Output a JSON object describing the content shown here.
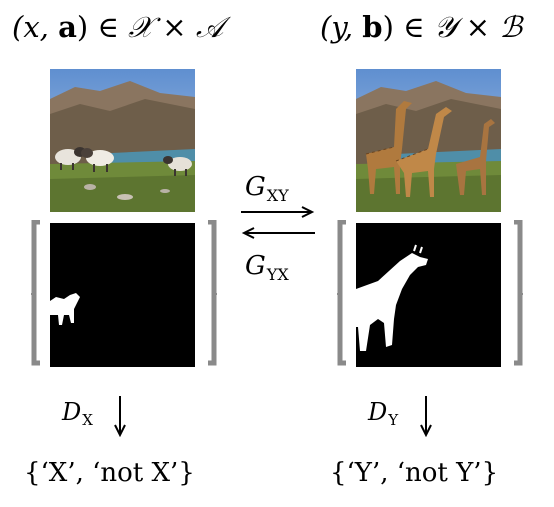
{
  "left": {
    "heading": {
      "vars": "(x, ",
      "bold": "a",
      "close": ")",
      "rel": " ∈ ",
      "set1": "𝒳",
      "times": " × ",
      "set2": "𝒜"
    },
    "photo_icon": "sheep-photo",
    "mask_icon": "sheep-mask",
    "discriminator": {
      "letter": "D",
      "sub": "X"
    },
    "outcome": "{‘X’, ‘not X’}"
  },
  "right": {
    "heading": {
      "vars": "(y, ",
      "bold": "b",
      "close": ")",
      "rel": " ∈ ",
      "set1": "𝒴",
      "times": " × ",
      "set2": "ℬ"
    },
    "photo_icon": "giraffe-photo",
    "mask_icon": "giraffe-mask",
    "discriminator": {
      "letter": "D",
      "sub": "Y"
    },
    "outcome": "{‘Y’, ‘not Y’}"
  },
  "generators": {
    "forward": {
      "letter": "G",
      "sub": "XY"
    },
    "backward": {
      "letter": "G",
      "sub": "YX"
    }
  },
  "colors": {
    "bracket": "#8a8a8a",
    "mask_bg": "#000000",
    "mask_fg": "#ffffff",
    "sky": "#7fa6d8",
    "grass": "#6f8a3a",
    "water": "#4f8ea8",
    "hill": "#7d6a55"
  }
}
